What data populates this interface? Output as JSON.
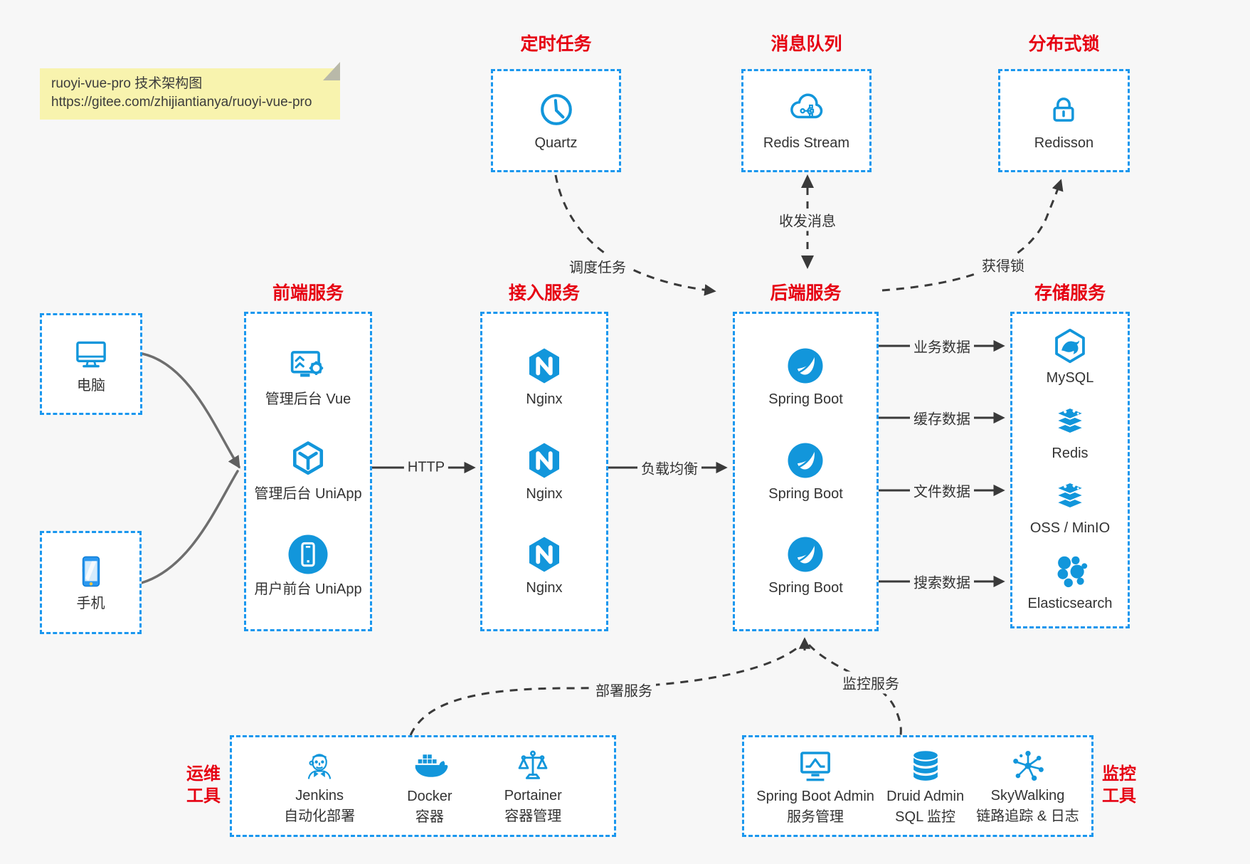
{
  "meta": {
    "accent_blue": "#1296db",
    "border_blue": "#1a97ee",
    "title_red": "#e60012",
    "arrow_dark": "#3a3a3a",
    "note_bg": "#f8f3ae",
    "page_bg": "#f7f7f7"
  },
  "note": {
    "line1": "ruoyi-vue-pro 技术架构图",
    "line2": "https://gitee.com/zhijiantianya/ruoyi-vue-pro"
  },
  "top_groups": {
    "scheduled": {
      "title": "定时任务",
      "item": {
        "label": "Quartz",
        "icon": "clock-icon"
      }
    },
    "mq": {
      "title": "消息队列",
      "item": {
        "label": "Redis Stream",
        "icon": "cloud-stream-icon"
      }
    },
    "dlock": {
      "title": "分布式锁",
      "item": {
        "label": "Redisson",
        "icon": "lock-icon"
      }
    }
  },
  "devices": {
    "computer": {
      "label": "电脑",
      "icon": "desktop-icon"
    },
    "phone": {
      "label": "手机",
      "icon": "phone-icon"
    }
  },
  "columns": {
    "frontend": {
      "title": "前端服务",
      "items": [
        {
          "label": "管理后台 Vue",
          "icon": "admin-vue-icon"
        },
        {
          "label": "管理后台 UniApp",
          "icon": "uniapp-cube-icon"
        },
        {
          "label": "用户前台 UniApp",
          "icon": "user-front-icon"
        }
      ]
    },
    "access": {
      "title": "接入服务",
      "items": [
        {
          "label": "Nginx",
          "icon": "nginx-icon"
        },
        {
          "label": "Nginx",
          "icon": "nginx-icon"
        },
        {
          "label": "Nginx",
          "icon": "nginx-icon"
        }
      ]
    },
    "backend": {
      "title": "后端服务",
      "items": [
        {
          "label": "Spring Boot",
          "icon": "spring-boot-icon"
        },
        {
          "label": "Spring Boot",
          "icon": "spring-boot-icon"
        },
        {
          "label": "Spring Boot",
          "icon": "spring-boot-icon"
        }
      ]
    },
    "storage": {
      "title": "存储服务",
      "items": [
        {
          "label": "MySQL",
          "icon": "mysql-icon"
        },
        {
          "label": "Redis",
          "icon": "stack-icon"
        },
        {
          "label": "OSS / MinIO",
          "icon": "stack-icon"
        },
        {
          "label": "Elasticsearch",
          "icon": "elasticsearch-icon"
        }
      ]
    }
  },
  "bottom_groups": {
    "ops": {
      "side_label": [
        "运维",
        "工具"
      ],
      "items": [
        {
          "line1": "Jenkins",
          "line2": "自动化部署",
          "icon": "jenkins-icon"
        },
        {
          "line1": "Docker",
          "line2": "容器",
          "icon": "docker-icon"
        },
        {
          "line1": "Portainer",
          "line2": "容器管理",
          "icon": "portainer-icon"
        }
      ]
    },
    "monitoring": {
      "side_label": [
        "监控",
        "工具"
      ],
      "items": [
        {
          "line1": "Spring Boot Admin",
          "line2": "服务管理",
          "icon": "monitor-chart-icon"
        },
        {
          "line1": "Druid Admin",
          "line2": "SQL 监控",
          "icon": "database-icon"
        },
        {
          "line1": "SkyWalking",
          "line2": "链路追踪 & 日志",
          "icon": "network-nodes-icon"
        }
      ]
    }
  },
  "edges": {
    "http": {
      "label": "HTTP"
    },
    "load_balance": {
      "label": "负载均衡"
    },
    "business_data": {
      "label": "业务数据"
    },
    "cache_data": {
      "label": "缓存数据"
    },
    "file_data": {
      "label": "文件数据"
    },
    "search_data": {
      "label": "搜索数据"
    },
    "schedule_task": {
      "label": "调度任务"
    },
    "send_receive_message": {
      "label": "收发消息"
    },
    "acquire_lock": {
      "label": "获得锁"
    },
    "deploy_service": {
      "label": "部署服务"
    },
    "monitor_service": {
      "label": "监控服务"
    }
  }
}
